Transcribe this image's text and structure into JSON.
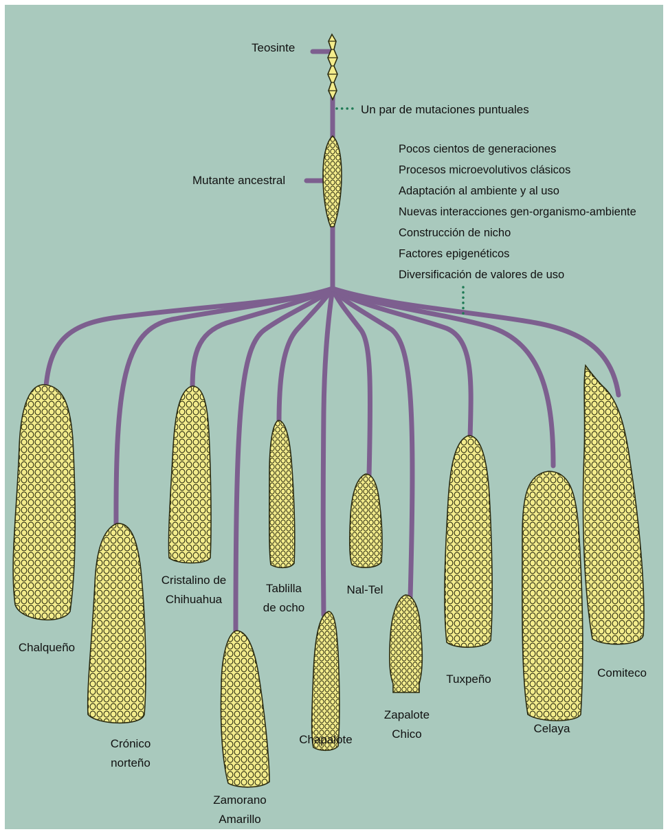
{
  "colors": {
    "background": "#a9c9bd",
    "frame": "#ffffff",
    "branch": "#7d5f8f",
    "dots": "#1f7a55",
    "cob": "#f3ec8c",
    "kernel_line": "#2b2b10"
  },
  "stages": {
    "teosinte": "Teosinte",
    "ancestral": "Mutante ancestral"
  },
  "mutation_note": "Un par de mutaciones puntuales",
  "processes": [
    "Pocos cientos de generaciones",
    "Procesos microevolutivos clásicos",
    "Adaptación al ambiente y al uso",
    "Nuevas interacciones gen-organismo-ambiente",
    "Construcción de nicho",
    "Factores epigenéticos",
    "Diversificación de valores de uso"
  ],
  "races": [
    {
      "label": [
        "Chalqueño"
      ]
    },
    {
      "label": [
        "Crónico",
        "norteño"
      ]
    },
    {
      "label": [
        "Cristalino de",
        "Chihuahua"
      ]
    },
    {
      "label": [
        "Zamorano",
        "Amarillo"
      ]
    },
    {
      "label": [
        "Tablilla",
        "de ocho"
      ]
    },
    {
      "label": [
        "Chapalote"
      ]
    },
    {
      "label": [
        "Nal-Tel"
      ]
    },
    {
      "label": [
        "Zapalote",
        "Chico"
      ]
    },
    {
      "label": [
        "Tuxpeño"
      ]
    },
    {
      "label": [
        "Celaya"
      ]
    },
    {
      "label": [
        "Comiteco"
      ]
    }
  ]
}
